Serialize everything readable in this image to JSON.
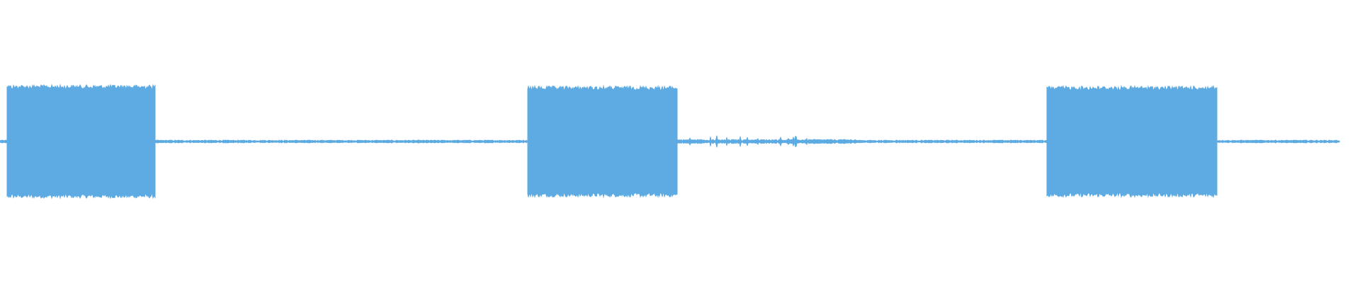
{
  "waveform": {
    "color": "#5DABE2",
    "background": "#FFFFFF",
    "duration_fraction_rendered": 0.985,
    "segments": [
      {
        "start": 0.0,
        "end": 0.005,
        "level": 0.05,
        "kind": "quiet"
      },
      {
        "start": 0.005,
        "end": 0.114,
        "level": 1.0,
        "kind": "tone-burst"
      },
      {
        "start": 0.114,
        "end": 0.388,
        "level": 0.02,
        "kind": "quiet"
      },
      {
        "start": 0.388,
        "end": 0.498,
        "level": 0.98,
        "kind": "tone-burst"
      },
      {
        "start": 0.498,
        "end": 0.63,
        "level": 0.06,
        "kind": "quiet-noisy"
      },
      {
        "start": 0.63,
        "end": 0.77,
        "level": 0.02,
        "kind": "quiet"
      },
      {
        "start": 0.77,
        "end": 0.895,
        "level": 0.98,
        "kind": "tone-burst"
      },
      {
        "start": 0.895,
        "end": 0.985,
        "level": 0.02,
        "kind": "quiet"
      }
    ]
  }
}
